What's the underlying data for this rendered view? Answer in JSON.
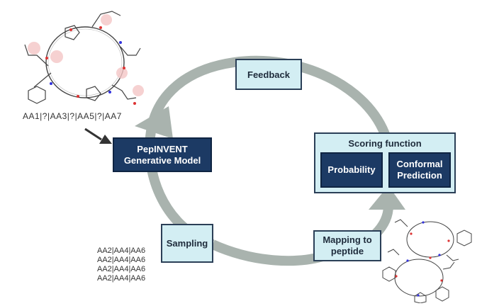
{
  "colors": {
    "cycle_arrow": "#a9b3ae",
    "light_box": "#d3eef3",
    "dark_box": "#1c3a64",
    "box_border": "#2b3f57"
  },
  "diagram": {
    "input_sequence": "AA1|?|AA3|?|AA5|?|AA7",
    "model_label_line1": "PepINVENT",
    "model_label_line2": "Generative Model",
    "feedback_label": "Feedback",
    "sampling_label": "Sampling",
    "mapping_label_line1": "Mapping to",
    "mapping_label_line2": "peptide",
    "scoring_title": "Scoring function",
    "probability_label": "Probability",
    "conformal_label_line1": "Conformal",
    "conformal_label_line2": "Prediction",
    "samples": [
      "AA2|AA4|AA6",
      "AA2|AA4|AA6",
      "AA2|AA4|AA6",
      "AA2|AA4|AA6"
    ]
  }
}
